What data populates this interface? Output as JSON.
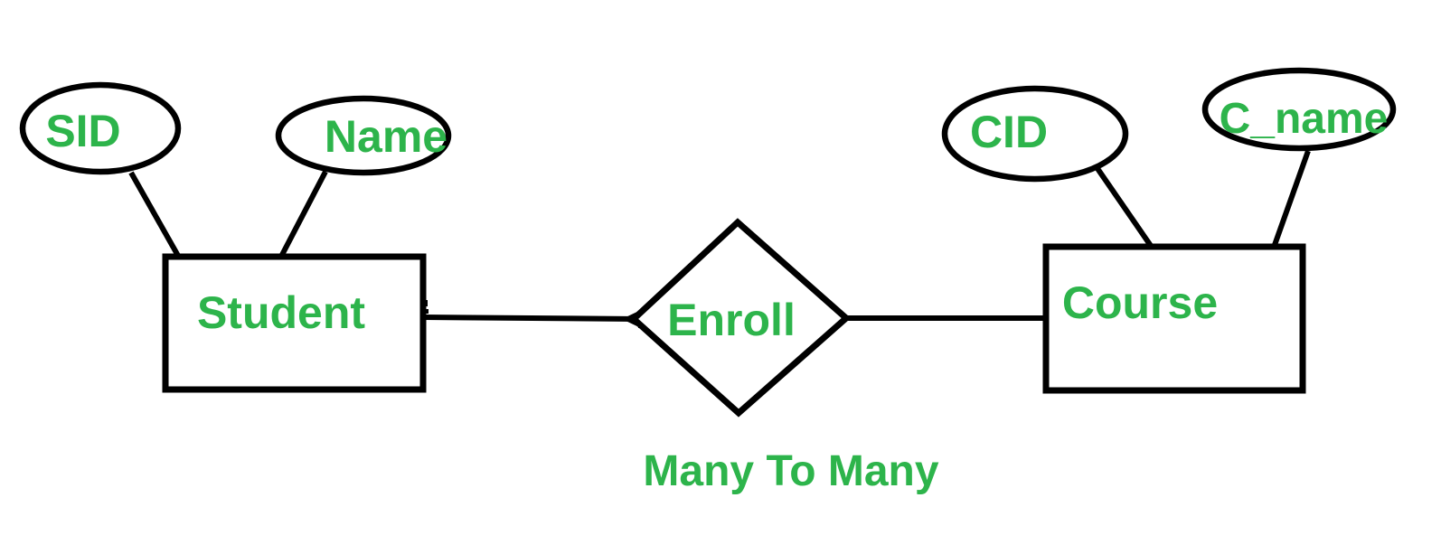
{
  "diagram": {
    "type": "er-diagram",
    "caption": "Many To Many",
    "colors": {
      "label_green": "#2db44b",
      "shape_stroke": "#000000",
      "background": "#ffffff"
    },
    "entities": [
      {
        "id": "student",
        "label": "Student"
      },
      {
        "id": "course",
        "label": "Course"
      }
    ],
    "relationship": {
      "id": "enroll",
      "label": "Enroll",
      "cardinality": "Many To Many"
    },
    "attributes": [
      {
        "id": "sid",
        "label": "SID",
        "entity": "student"
      },
      {
        "id": "name",
        "label": "Name",
        "entity": "student"
      },
      {
        "id": "cid",
        "label": "CID",
        "entity": "course"
      },
      {
        "id": "c_name",
        "label": "C_name",
        "entity": "course"
      }
    ]
  }
}
